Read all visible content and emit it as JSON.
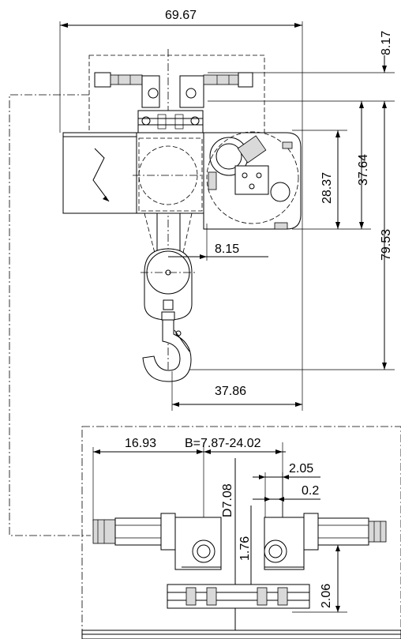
{
  "drawing": {
    "dimensions": {
      "overall_width": "69.67",
      "top_offset": "8.17",
      "trolley_height": "37.64",
      "gear_height": "28.37",
      "total_height": "79.53",
      "hook_offset": "8.15",
      "hook_width": "37.86",
      "motor_offset": "16.93",
      "flange_range": "B=7.87-24.02",
      "wheel_diameter": "D7.08",
      "gap_a": "2.05",
      "gap_b": "0.2",
      "wheel_offset": "1.76",
      "rail_height": "2.06"
    }
  }
}
